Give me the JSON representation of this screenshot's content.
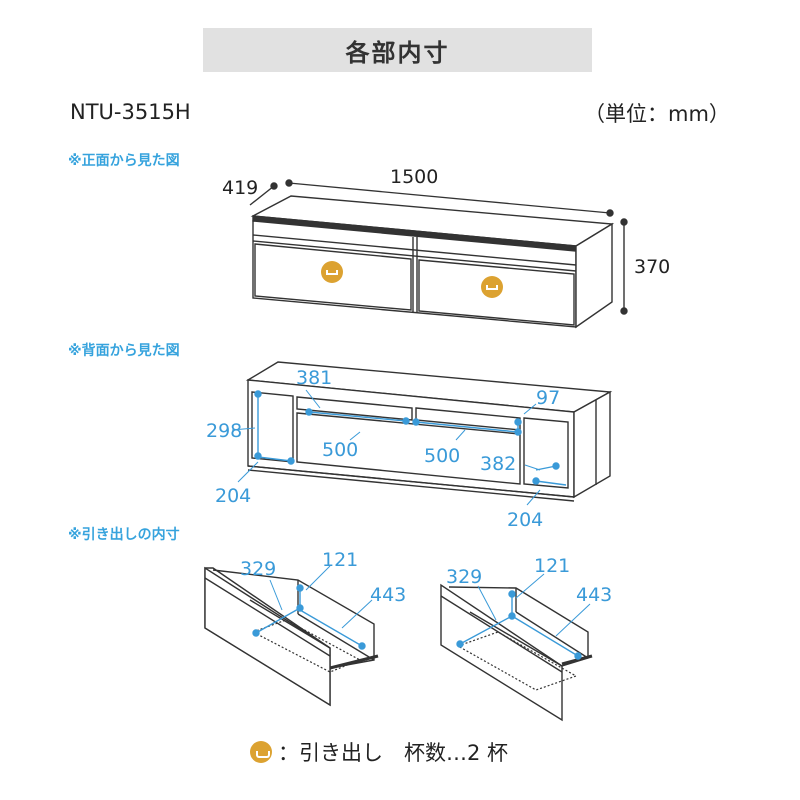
{
  "header": {
    "title": "各部内寸"
  },
  "model": "NTU-3515H",
  "unit": "（単位：mm）",
  "sections": {
    "front": "※正面から見た図",
    "back": "※背面から見た図",
    "drawer": "※引き出しの内寸"
  },
  "front_dims": {
    "width": "1500",
    "depth": "419",
    "height": "370"
  },
  "back_dims": {
    "d381": "381",
    "d97": "97",
    "d298": "298",
    "d500a": "500",
    "d500b": "500",
    "d382": "382",
    "d204a": "204",
    "d204b": "204"
  },
  "drawer_left": {
    "w": "329",
    "h": "121",
    "d": "443"
  },
  "drawer_right": {
    "w": "329",
    "h": "121",
    "d": "443"
  },
  "legend": {
    "text": "：引き出し　杯数…2 杯",
    "icon": "drawer-handle-icon"
  },
  "colors": {
    "accent_blue": "#3a9ad8",
    "handle_gold": "#dca231",
    "title_bg": "#e1e1e1"
  }
}
